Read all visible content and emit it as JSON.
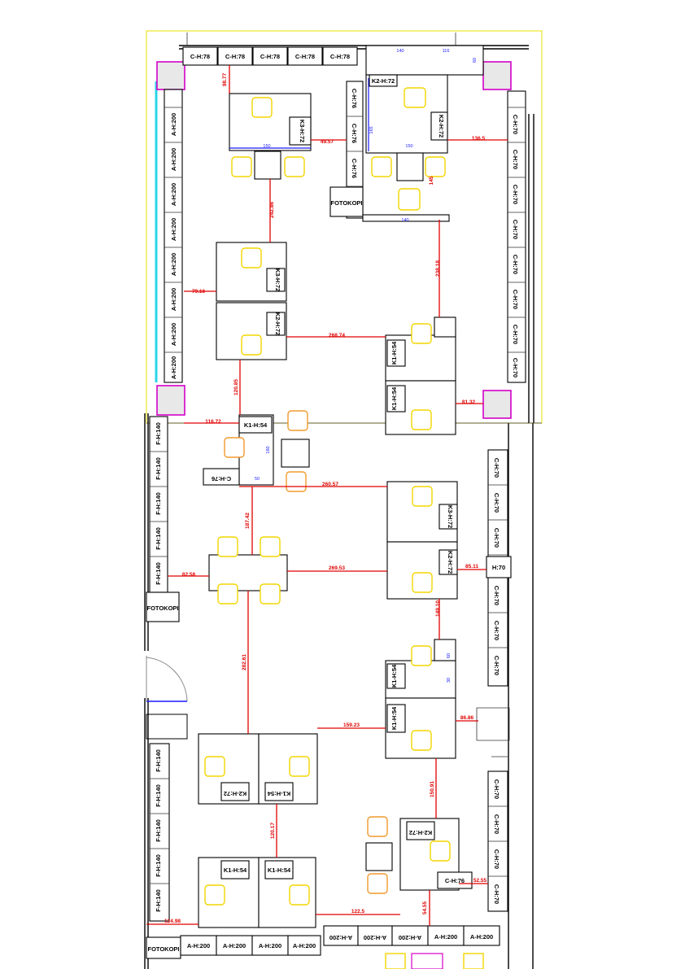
{
  "labels": {
    "c78": "C-H:78",
    "a200": "A-H:200",
    "f140": "F-H:140",
    "c70": "C-H:70",
    "c76": "C-H:76",
    "c76b": "C-H:76",
    "h70": "H:70",
    "k1h54": "K1-H:54",
    "k1h54b": "K1-H:54",
    "k2h72": "K2-H:72",
    "k2h72b": "K2-H:72",
    "k3h72": "K3-H:72",
    "k3h72b": "K3-H:72",
    "k1h54c": "K1-H:54",
    "fotokopi": "FOTOKOPI"
  },
  "dimensions": [
    "98.77",
    "49.57",
    "136.5",
    "242.86",
    "79.16",
    "268.74",
    "238.18",
    "120.85",
    "116.72",
    "81.32",
    "260.57",
    "187.42",
    "82.58",
    "269.53",
    "85.11",
    "149.10",
    "282.61",
    "159.23",
    "86.86",
    "150.91",
    "120.17",
    "124.98",
    "122.5",
    "52.55",
    "54.55",
    "145"
  ],
  "small_dims": [
    "140",
    "116",
    "60",
    "150",
    "150",
    "165",
    "140",
    "160",
    "50",
    "60",
    "30"
  ],
  "colors": {
    "dimension": "#e00000",
    "chair": "#f2d600",
    "chair_alt": "#f29a2e",
    "glazing": "#2ad4e8",
    "column_frame": "#d400c8",
    "boundary": "#e8e000",
    "detail": "#1a1aff"
  },
  "icon": "floor-plan"
}
